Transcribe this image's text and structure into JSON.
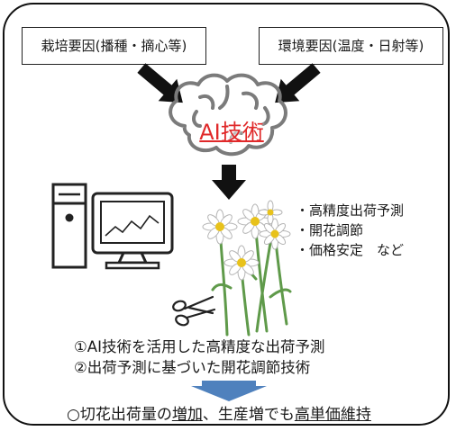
{
  "inputs": {
    "left": "栽培要因(播種・摘心等)",
    "right": "環境要因(温度・日射等)"
  },
  "center": {
    "label": "AI技術"
  },
  "effects": [
    "・高精度出荷予測",
    "・開花調節",
    "・価格安定　など"
  ],
  "points": [
    "①AI技術を活用した高精度な出荷予測",
    "②出荷予測に基づいた開花調節技術"
  ],
  "conclusion": {
    "prefix": "○切花出荷量の",
    "part1": "増加",
    "middle": "、生産増でも",
    "part2": "高単価維持"
  },
  "colors": {
    "ai_label": "#e0292a",
    "down_arrow": "#4f81bd",
    "black_arrow": "#111111"
  },
  "icons": [
    "brain-icon",
    "computer-icon",
    "flower-photo",
    "scissors-icon"
  ]
}
